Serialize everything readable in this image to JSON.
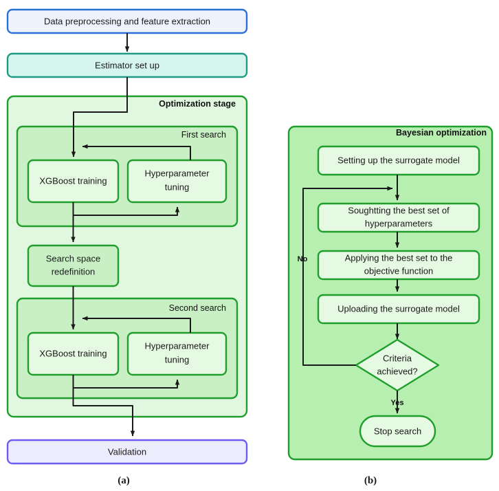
{
  "figure": {
    "panels": [
      {
        "id": "panel-a",
        "caption": "(a)",
        "nodes": {
          "preprocessing": "Data preprocessing and feature extraction",
          "estimator": "Estimator set up",
          "optimization_stage": "Optimization stage",
          "first_search": "First search",
          "first_xgboost": "XGBoost training",
          "first_hyper_line1": "Hyperparameter",
          "first_hyper_line2": "tuning",
          "search_space_line1": "Search space",
          "search_space_line2": "redefinition",
          "second_search": "Second search",
          "second_xgboost": "XGBoost training",
          "second_hyper_line1": "Hyperparameter",
          "second_hyper_line2": "tuning",
          "validation": "Validation"
        }
      },
      {
        "id": "panel-b",
        "caption": "(b)",
        "nodes": {
          "bayesian_optimization": "Bayesian optimization",
          "surrogate_setup": "Setting up the surrogate model",
          "sought_line1": "Soughtting the best set of",
          "sought_line2": "hyperparameters",
          "applying_line1": "Applying the best set to the",
          "applying_line2": "objective function",
          "uploading": "Uploading the surrogate model",
          "criteria_line1": "Criteria",
          "criteria_line2": "achieved?",
          "stop_search": "Stop search"
        },
        "edge_labels": {
          "no": "No",
          "yes": "Yes"
        }
      }
    ]
  },
  "colors": {
    "blue_border": "#2a6fd4",
    "blue_fill": "#eef2fd",
    "teal_border": "#1f9b84",
    "teal_fill": "#d5f5ee",
    "green_border": "#1f9e2c",
    "green_dark_border": "#1f8b2a",
    "stage_fill": "#e1f7e0",
    "search_fill": "#c9f0c4",
    "node_fill": "#e6f9e2",
    "panel_fill": "#b6efb0",
    "purple_border": "#6d5cf0",
    "purple_fill": "#edecfd",
    "arrow_color": "#1a1a1a",
    "text_color": "#1a1a1a"
  }
}
